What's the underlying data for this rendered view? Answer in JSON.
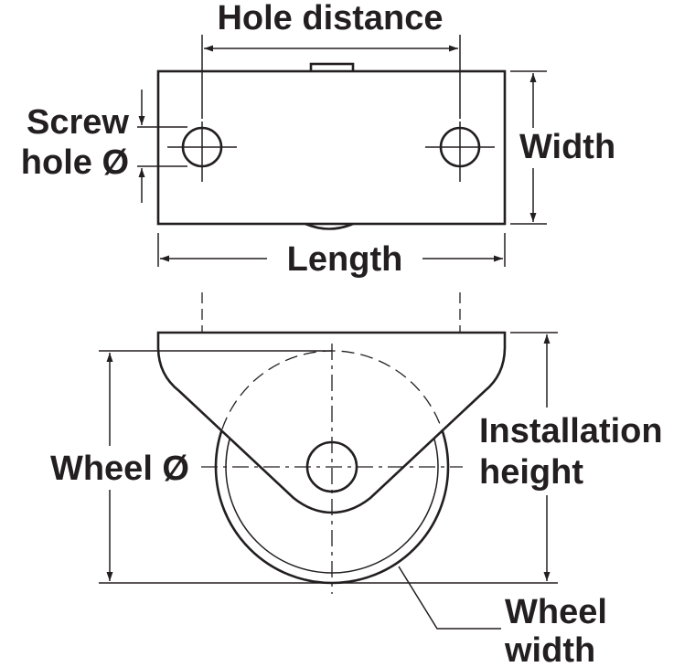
{
  "diagram": {
    "labels": {
      "hole_distance": "Hole distance",
      "screw_hole_line1": "Screw",
      "screw_hole_line2": "hole Ø",
      "width": "Width",
      "length": "Length",
      "wheel_diameter": "Wheel Ø",
      "installation_height_line1": "Installation",
      "installation_height_line2": "height",
      "wheel_width_line1": "Wheel",
      "wheel_width_line2": "width"
    },
    "colors": {
      "ink": "#231f20",
      "background": "#ffffff"
    }
  }
}
